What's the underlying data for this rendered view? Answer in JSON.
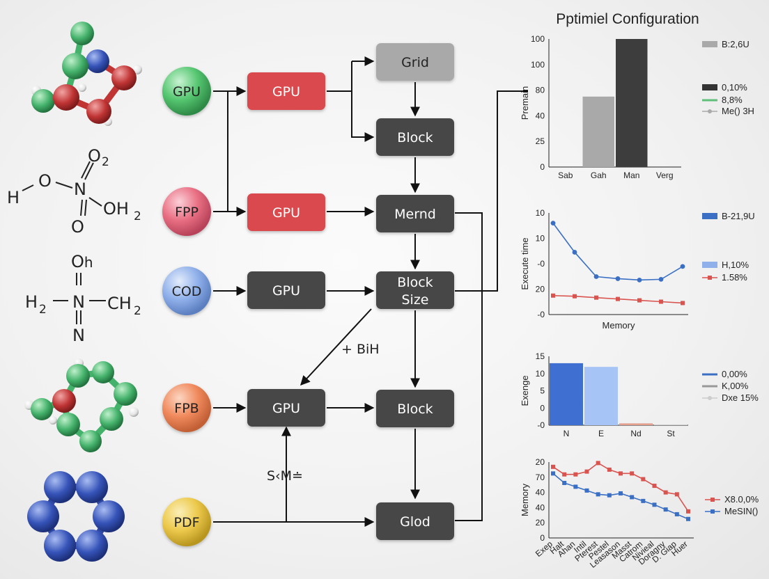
{
  "molecules": [
    {
      "kind": "ball-3d",
      "colors": [
        "#44b26b",
        "#c03434",
        "#3553b8"
      ]
    },
    {
      "kind": "formula",
      "atoms": [
        "H",
        "O",
        "N",
        "O",
        "O",
        "H"
      ],
      "subs": [
        "2",
        "2"
      ]
    },
    {
      "kind": "formula",
      "atoms": [
        "O",
        "h",
        "H",
        "N",
        "CH",
        "N"
      ],
      "subs": [
        "2",
        "2"
      ]
    },
    {
      "kind": "ball-3d",
      "colors": [
        "#44b26b",
        "#c03434"
      ]
    },
    {
      "kind": "ball-ring",
      "colors": [
        "#3553b8"
      ]
    }
  ],
  "inputs": [
    {
      "label": "GPU",
      "color": "#55c670"
    },
    {
      "label": "FPP",
      "color": "#e96f83"
    },
    {
      "label": "COD",
      "color": "#8fb0ea"
    },
    {
      "label": "FPB",
      "color": "#f08a5d"
    },
    {
      "label": "PDF",
      "color": "#ecc94b"
    }
  ],
  "nodes": {
    "gpu_red_1": "GPU",
    "gpu_red_2": "GPU",
    "gpu_dark_1": "GPU",
    "gpu_dark_2": "GPU",
    "grid": "Grid",
    "block_1": "Block",
    "mernd": "Mernd",
    "block_size_1": "Block",
    "block_size_2": "Size",
    "block_2": "Block",
    "glod": "Glod"
  },
  "annotations": {
    "bih": "+ BiH",
    "sme": "S‹M≐"
  },
  "colors": {
    "red_node": "#d9484d",
    "dark_node": "#474747",
    "grid_node": "#a9a9a9"
  },
  "panel": {
    "title": "Pptimiel Configuration"
  },
  "chart_data": [
    {
      "type": "bar",
      "title": "Pptimiel Configuration",
      "ylabel": "Premain",
      "xlabel": "",
      "categories": [
        "Sab",
        "Gah",
        "Man",
        "Verg"
      ],
      "values": [
        0,
        55,
        100,
        0
      ],
      "colors": [
        "#a9a9a9",
        "#a9a9a9",
        "#3d3d3d",
        "#a9a9a9"
      ],
      "yticks": [
        "100",
        "100",
        "80",
        "40",
        "25",
        "0"
      ],
      "ylim": [
        0,
        100
      ],
      "legend": [
        {
          "label": "B:2,6U",
          "color": "#a9a9a9",
          "marker": "box"
        },
        {
          "label": "0,10%",
          "color": "#333333",
          "marker": "box"
        },
        {
          "label": "8,8%",
          "color": "#5fbf7a",
          "marker": "line"
        },
        {
          "label": "Me() 3H",
          "color": "#aaaaaa",
          "marker": "dot"
        }
      ],
      "legend_position": "right"
    },
    {
      "type": "line",
      "ylabel": "Execute time",
      "xlabel": "Memory",
      "ylim": [
        -3,
        12
      ],
      "yticks": [
        "10",
        "10",
        "-0",
        "20",
        "-0"
      ],
      "x": [
        1,
        2,
        3,
        4,
        5,
        6,
        7
      ],
      "series": [
        {
          "values": [
            10.5,
            6.2,
            2.6,
            2.3,
            2.1,
            2.2,
            4.1
          ],
          "color": "#3a6fc4",
          "marker": "dot"
        },
        {
          "values": [
            -0.2,
            -0.3,
            -0.5,
            -0.7,
            -0.9,
            -1.1,
            -1.3
          ],
          "color": "#d9534f",
          "marker": "square"
        }
      ],
      "legend": [
        {
          "label": "B-21,9U",
          "color": "#3a6fc4",
          "marker": "box"
        },
        {
          "label": "H,10%",
          "color": "#8fb0ea",
          "marker": "box"
        },
        {
          "label": "1.58%",
          "color": "#d9534f",
          "marker": "square"
        }
      ],
      "legend_position": "right"
    },
    {
      "type": "bar",
      "ylabel": "Exenge",
      "xlabel": "",
      "categories": [
        "N",
        "E",
        "Nd",
        "St"
      ],
      "values": [
        13.5,
        12.7,
        0.4,
        0.1
      ],
      "colors": [
        "#3f6fd0",
        "#a6c4f5",
        "#e3a08e",
        "#bdbdbd"
      ],
      "yticks": [
        "15",
        "10",
        "5",
        "0",
        "-0"
      ],
      "ylim": [
        0,
        15
      ],
      "legend": [
        {
          "label": "0,00%",
          "color": "#3a6fc4",
          "marker": "line"
        },
        {
          "label": "K,00%",
          "color": "#999999",
          "marker": "line"
        },
        {
          "label": "Dxe 15%",
          "color": "#cccccc",
          "marker": "dot"
        }
      ],
      "legend_position": "right"
    },
    {
      "type": "line",
      "ylabel": "Memory",
      "xlabel": "",
      "ylim": [
        0,
        80
      ],
      "yticks": [
        "20",
        "70",
        "40",
        "40",
        "20",
        "0"
      ],
      "categories": [
        "Exep",
        "Halt",
        "Ahan",
        "Intil",
        "Pterest",
        "Pestel",
        "Leasason",
        "Masst",
        "Catrom",
        "Nivieal",
        "Doragny",
        "D. Giap",
        "Huer"
      ],
      "series": [
        {
          "values": [
            75,
            67,
            67,
            70,
            79,
            72,
            68,
            68,
            62,
            55,
            48,
            46,
            28
          ],
          "color": "#d9534f",
          "marker": "square"
        },
        {
          "values": [
            68,
            58,
            54,
            50,
            46,
            45,
            47,
            43,
            39,
            35,
            30,
            25,
            20
          ],
          "color": "#3a6fc4",
          "marker": "square"
        }
      ],
      "legend": [
        {
          "label": "X8.0,0%",
          "color": "#d9534f",
          "marker": "square"
        },
        {
          "label": "MeSIN()",
          "color": "#3a6fc4",
          "marker": "square"
        }
      ],
      "legend_position": "right"
    }
  ]
}
